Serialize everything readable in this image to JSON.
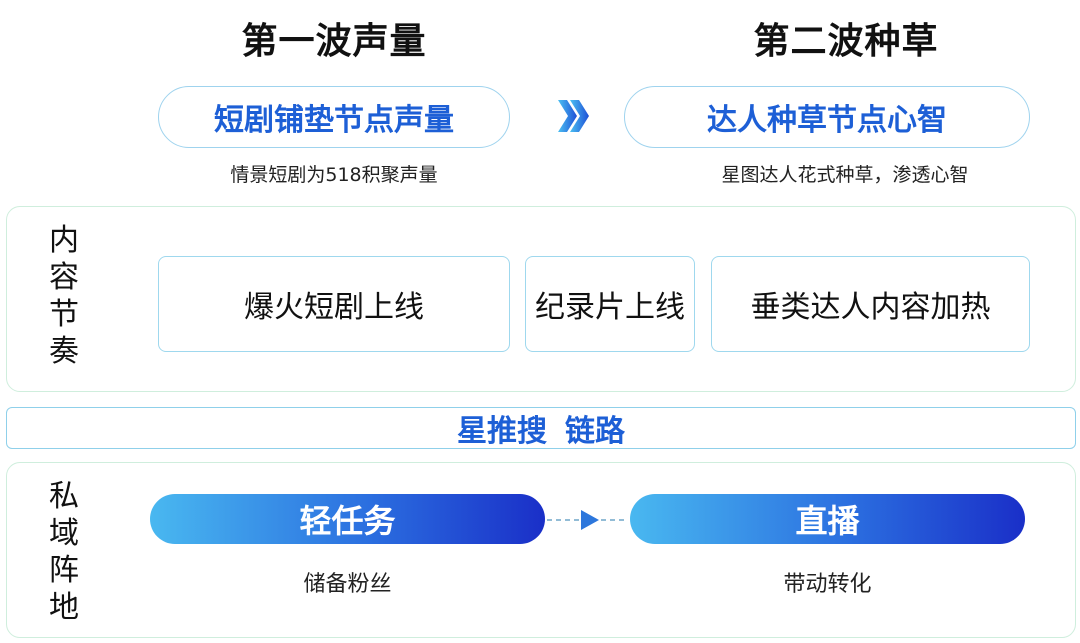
{
  "waves": [
    {
      "title": "第一波声量",
      "pill": "短剧铺垫节点声量",
      "subtitle": "情景短剧为518积聚声量"
    },
    {
      "title": "第二波种草",
      "pill": "达人种草节点心智",
      "subtitle": "星图达人花式种草，渗透心智"
    }
  ],
  "content_rhythm": {
    "label": "内\n容\n节\n奏",
    "items": [
      "爆火短剧上线",
      "纪录片上线",
      "垂类达人内容加热"
    ]
  },
  "chain": {
    "part1": "星推搜",
    "part2": "链路"
  },
  "private_domain": {
    "label": "私\n域\n阵\n地",
    "steps": [
      {
        "name": "轻任务",
        "caption": "储备粉丝"
      },
      {
        "name": "直播",
        "caption": "带动转化"
      }
    ]
  },
  "colors": {
    "accent_blue": "#1d5fd6",
    "pill_border": "#9fd3ee",
    "panel_border": "#cfeedd",
    "gradient_start": "#49b8f0",
    "gradient_end": "#1a2fc8"
  }
}
